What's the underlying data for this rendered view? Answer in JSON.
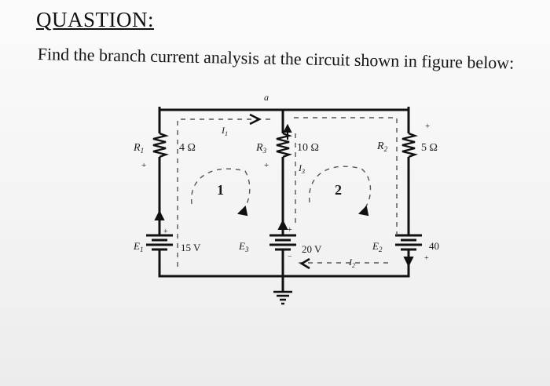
{
  "heading": "QUASTION:",
  "question": "Find the branch current analysis at the circuit shown in figure below:",
  "circuit": {
    "node_label": "a",
    "resistors": [
      {
        "name": "R1",
        "name_sub": "1",
        "value": "4 Ω"
      },
      {
        "name": "R3",
        "name_sub": "3",
        "value": "10 Ω"
      },
      {
        "name": "R2",
        "name_sub": "2",
        "value": "5 Ω"
      }
    ],
    "sources": [
      {
        "name": "E1",
        "name_sub": "1",
        "value": "15 V"
      },
      {
        "name": "E3",
        "name_sub": "3",
        "value": "20 V"
      },
      {
        "name": "E2",
        "name_sub": "2",
        "value": "40"
      }
    ],
    "currents": [
      {
        "name": "I1",
        "name_sub": "1"
      },
      {
        "name": "I3",
        "name_sub": "3"
      },
      {
        "name": "I2",
        "name_sub": "2"
      }
    ],
    "loops": [
      "1",
      "2"
    ],
    "plus_sign": "+",
    "minus_sign": "−",
    "colors": {
      "ink": "#1a1a1a",
      "dashed": "#555555",
      "wire": "#111111"
    }
  }
}
